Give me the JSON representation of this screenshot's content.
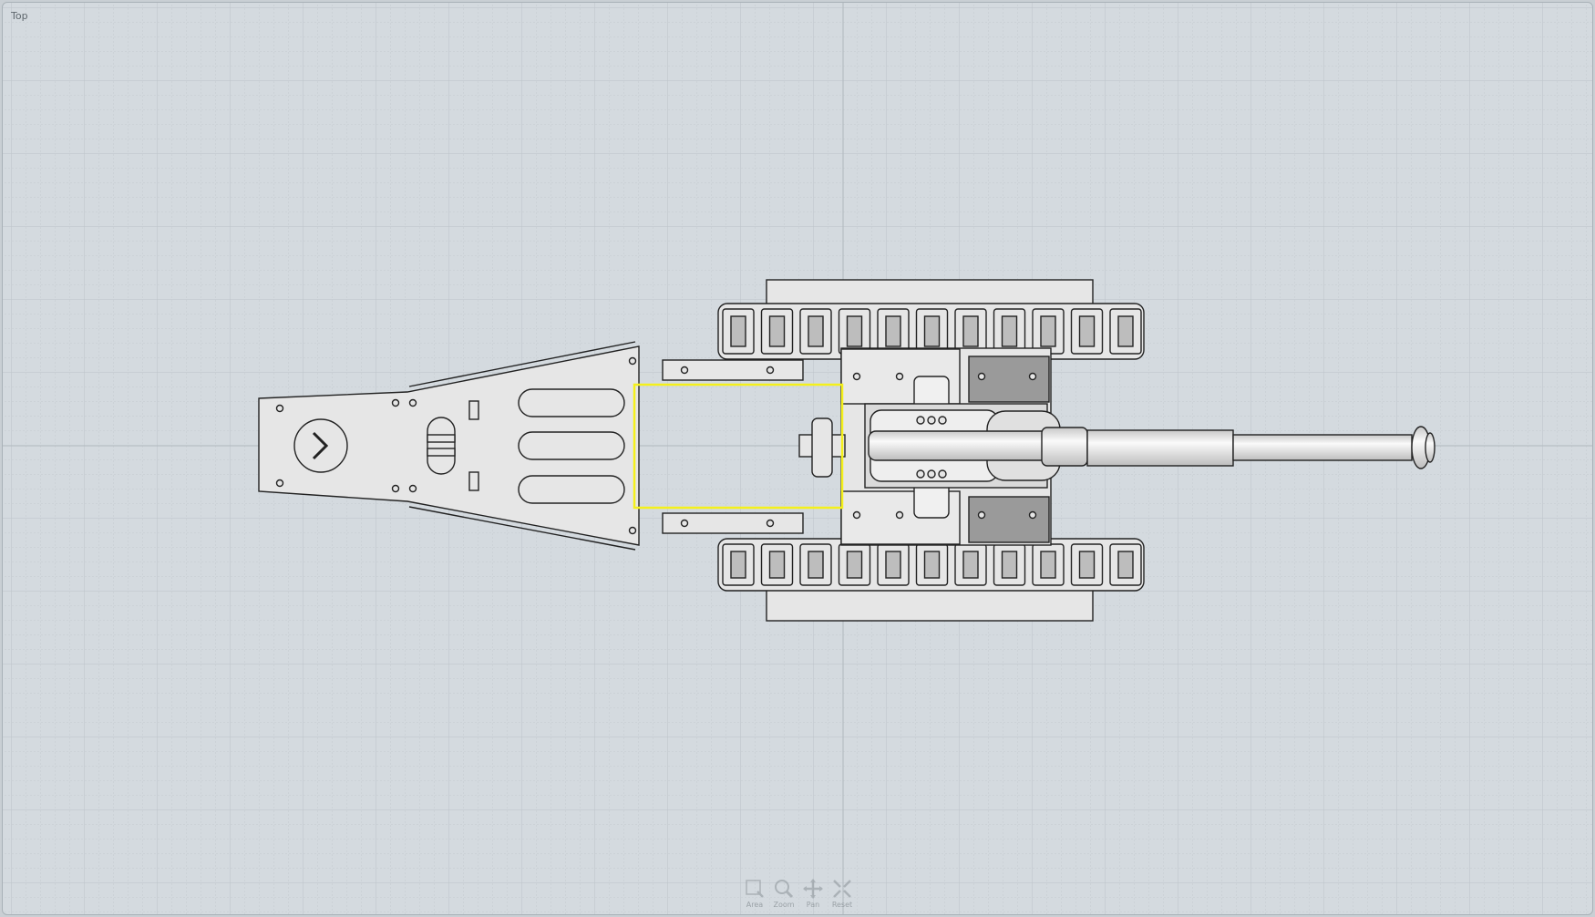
{
  "viewport": {
    "label": "Top",
    "selection_color": "#f4f01c",
    "background": "#d4dadf"
  },
  "toolbar": {
    "items": [
      {
        "label": "Area",
        "icon": "area-select-icon"
      },
      {
        "label": "Zoom",
        "icon": "magnifier-icon"
      },
      {
        "label": "Pan",
        "icon": "pan-arrows-icon"
      },
      {
        "label": "Reset",
        "icon": "reset-expand-icon"
      }
    ]
  }
}
